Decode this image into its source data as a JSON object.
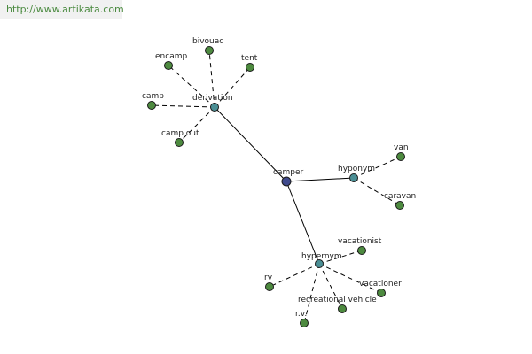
{
  "watermark": "http://www.artikata.com",
  "colors": {
    "center": "#3f4a8c",
    "relation": "#4b8f95",
    "leaf": "#4d8a3f"
  },
  "center": "camper",
  "relations": [
    {
      "id": "derivation",
      "label": "derivation",
      "leaves": [
        "bivouac",
        "encamp",
        "tent",
        "camp",
        "camp out"
      ]
    },
    {
      "id": "hyponym",
      "label": "hyponym",
      "leaves": [
        "van",
        "caravan"
      ]
    },
    {
      "id": "hypernym",
      "label": "hypernym",
      "leaves": [
        "vacationist",
        "rv",
        "recreational vehicle",
        "vacationer",
        "r.v."
      ]
    }
  ]
}
